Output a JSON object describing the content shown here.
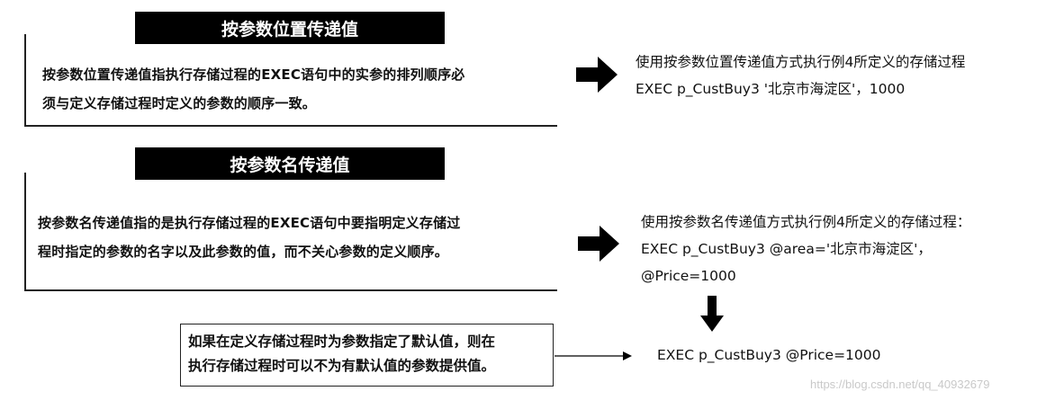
{
  "section1": {
    "title": "按参数位置传递值",
    "description_lines": [
      "按参数位置传递值指执行存储过程的EXEC语句中的实参的排列顺序必",
      "须与定义存储过程时定义的参数的顺序一致。"
    ],
    "example_lines": [
      "使用按参数位置传递值方式执行例4所定义的存储过程",
      "EXEC p_CustBuy3 '北京市海淀区'，1000"
    ]
  },
  "section2": {
    "title": "按参数名传递值",
    "description_lines": [
      "按参数名传递值指的是执行存储过程的EXEC语句中要指明定义存储过",
      "程时指定的参数的名字以及此参数的值，而不关心参数的定义顺序。"
    ],
    "example_lines": [
      "使用按参数名传递值方式执行例4所定义的存储过程：",
      "EXEC p_CustBuy3 @area='北京市海淀区'，",
      "@Price=1000"
    ]
  },
  "note": {
    "lines": [
      "如果在定义存储过程时为参数指定了默认值，则在",
      "执行存储过程时可以不为有默认值的参数提供值。"
    ],
    "result": "EXEC p_CustBuy3 @Price=1000"
  },
  "watermark": "https://blog.csdn.net/qq_40932679",
  "icons": [
    "right-arrow-icon",
    "down-arrow-icon",
    "thin-right-arrow-icon"
  ]
}
